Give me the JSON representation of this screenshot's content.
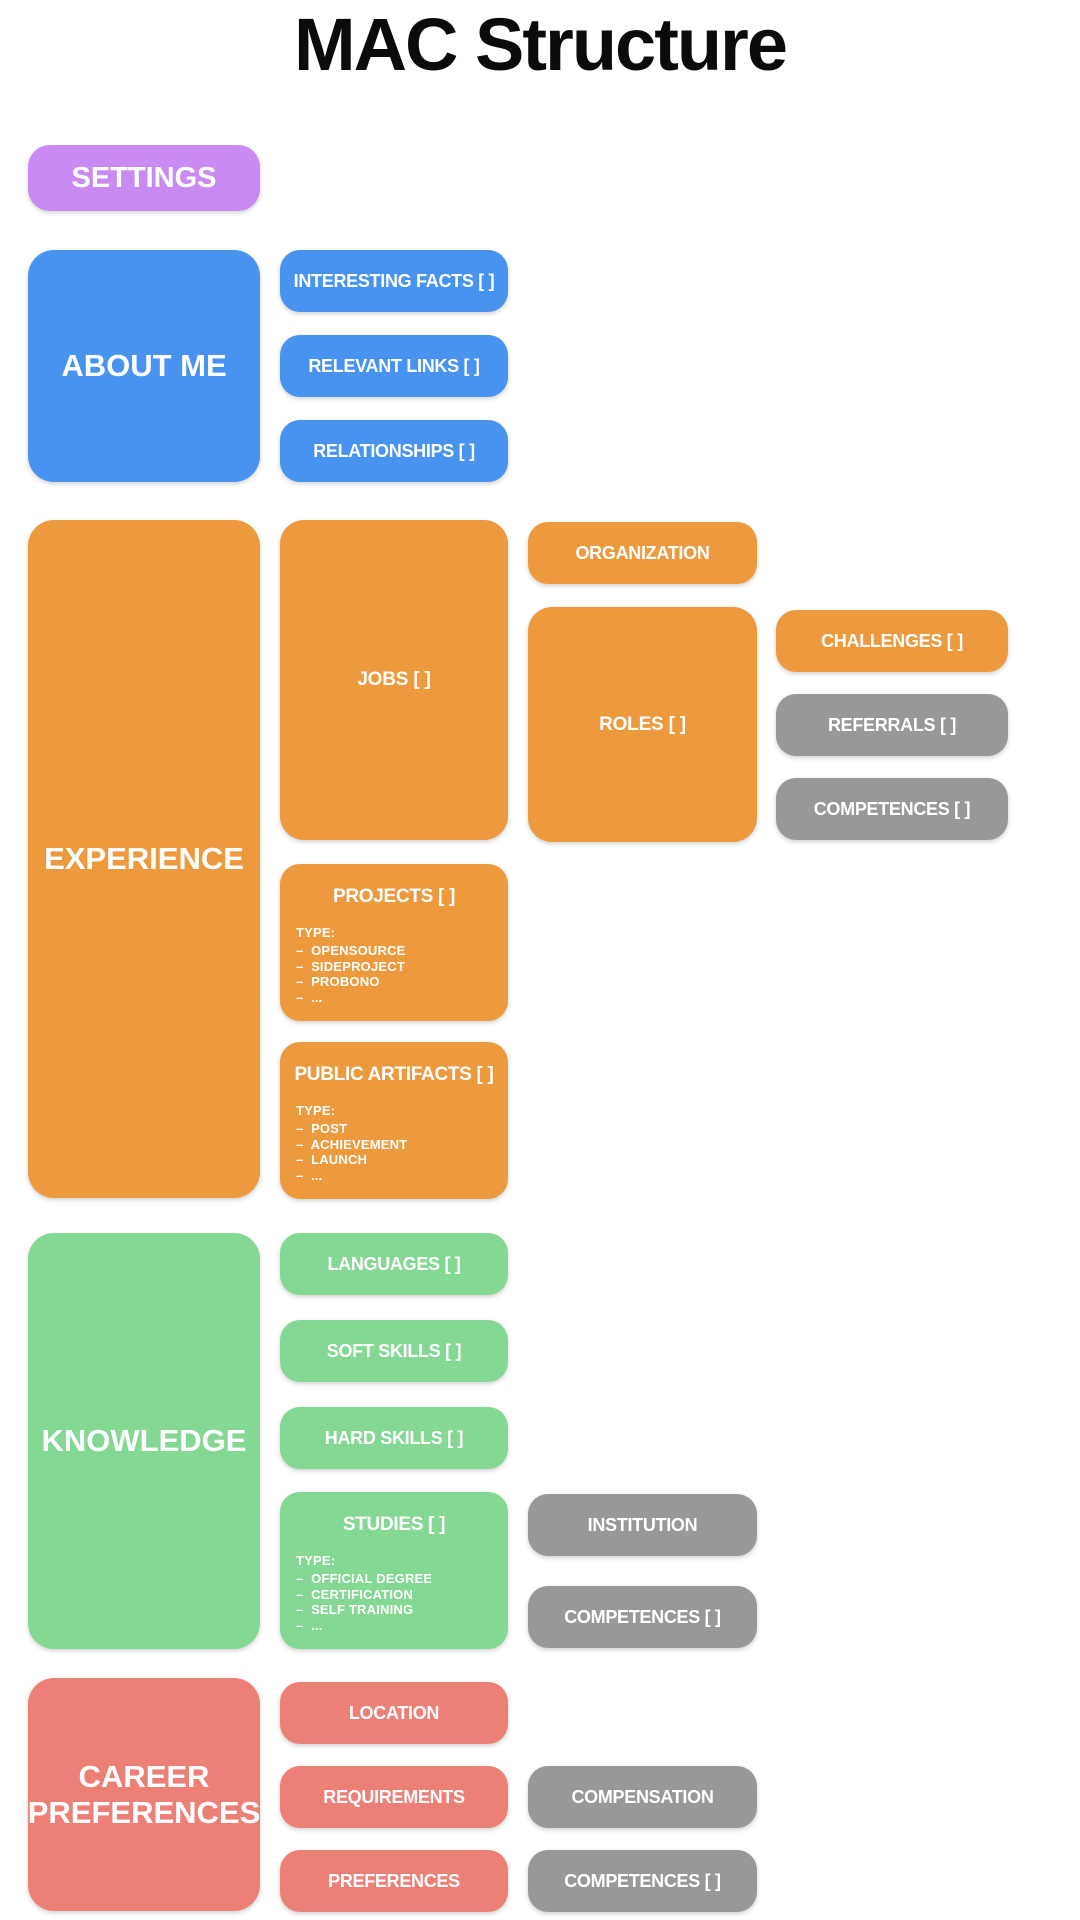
{
  "title": "MAC Structure",
  "colors": {
    "purple": "#C98BF2",
    "blue": "#4793EF",
    "orange": "#EC9A3D",
    "green": "#85D794",
    "salmon": "#EC8077",
    "gray": "#989898"
  },
  "settings": {
    "label": "SETTINGS"
  },
  "about_me": {
    "label": "ABOUT ME",
    "interesting_facts": "INTERESTING FACTS [ ]",
    "relevant_links": "RELEVANT LINKS [ ]",
    "relationships": "RELATIONSHIPS [ ]"
  },
  "experience": {
    "label": "EXPERIENCE",
    "jobs": "JOBS [ ]",
    "organization": "ORGANIZATION",
    "roles": "ROLES [ ]",
    "challenges": "CHALLENGES [ ]",
    "referrals": "REFERRALS [ ]",
    "competences": "COMPETENCES [ ]",
    "projects": {
      "title": "PROJECTS [ ]",
      "type_label": "TYPE:",
      "types": [
        "OPENSOURCE",
        "SIDEPROJECT",
        "PROBONO",
        "..."
      ]
    },
    "public_artifacts": {
      "title": "PUBLIC ARTIFACTS [ ]",
      "type_label": "TYPE:",
      "types": [
        "POST",
        "ACHIEVEMENT",
        "LAUNCH",
        "..."
      ]
    }
  },
  "knowledge": {
    "label": "KNOWLEDGE",
    "languages": "LANGUAGES [ ]",
    "soft_skills": "SOFT SKILLS [ ]",
    "hard_skills": "HARD SKILLS [ ]",
    "studies": {
      "title": "STUDIES [ ]",
      "type_label": "TYPE:",
      "types": [
        "OFFICIAL DEGREE",
        "CERTIFICATION",
        "SELF TRAINING",
        "..."
      ]
    },
    "institution": "INSTITUTION",
    "competences": "COMPETENCES [ ]"
  },
  "career_preferences": {
    "label": "CAREER PREFERENCES",
    "location": "LOCATION",
    "requirements": "REQUIREMENTS",
    "preferences": "PREFERENCES",
    "compensation": "COMPENSATION",
    "competences": "COMPETENCES [ ]"
  }
}
